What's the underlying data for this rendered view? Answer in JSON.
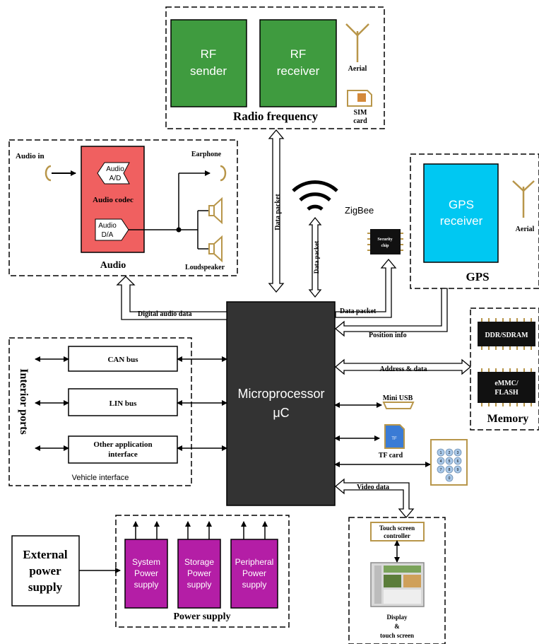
{
  "radio": {
    "title": "Radio frequency",
    "rf_sender": [
      "RF",
      "sender"
    ],
    "rf_receiver": [
      "RF",
      "receiver"
    ],
    "aerial": "Aerial",
    "sim": [
      "SIM",
      "card"
    ]
  },
  "audio": {
    "title": "Audio",
    "audio_in": "Audio in",
    "earphone": "Earphone",
    "codec": "Audio codec",
    "ad": [
      "Audio",
      "A/D"
    ],
    "da": [
      "Audio",
      "D/A"
    ],
    "loudspeaker": "Loudspeaker"
  },
  "zigbee": "ZigBee",
  "security_chip": [
    "Security",
    "chip"
  ],
  "gps": {
    "title": "GPS",
    "receiver": [
      "GPS",
      "receiver"
    ],
    "aerial": "Aerial"
  },
  "memory": {
    "title": "Memory",
    "ddr": "DDR/SDRAM",
    "emmc": [
      "eMMC/",
      "FLASH"
    ]
  },
  "interior": {
    "title": "Interior ports",
    "can": "CAN bus",
    "lin": "LIN bus",
    "other": [
      "Other application",
      "interface"
    ],
    "vehicle": "Vehicle interface"
  },
  "mcu": [
    "Microprocessor",
    "μC"
  ],
  "links": {
    "data_packet_rf": "Data packet",
    "data_packet_zigbee": "Data packet",
    "data_packet_security": "Data packet",
    "digital_audio": "Digital audio data",
    "position": "Position info",
    "address": "Address & data",
    "mini_usb": "Mini USB",
    "tf": "TF card",
    "tf_icon": "TF",
    "keypad": "Keypad",
    "video": "Video data"
  },
  "power": {
    "title": "Power supply",
    "external": [
      "External",
      "power",
      "supply"
    ],
    "system": [
      "System",
      "Power",
      "supply"
    ],
    "storage": [
      "Storage",
      "Power",
      "supply"
    ],
    "peripheral": [
      "Peripheral",
      "Power",
      "supply"
    ]
  },
  "display": {
    "controller": [
      "Touch screen",
      "controller"
    ],
    "title": [
      "Display",
      "&",
      "touch screen"
    ]
  },
  "keypad_keys": [
    "1",
    "2",
    "3",
    "4",
    "5",
    "6",
    "7",
    "8",
    "9",
    "0"
  ],
  "colors": {
    "rf_green": "#3f9b3f",
    "codec_red": "#f06060",
    "gps_cyan": "#00c8f2",
    "mcu_dark": "#333333",
    "power_magenta": "#b41ea6",
    "antenna_gold": "#b8964a",
    "chip_black": "#111111"
  }
}
